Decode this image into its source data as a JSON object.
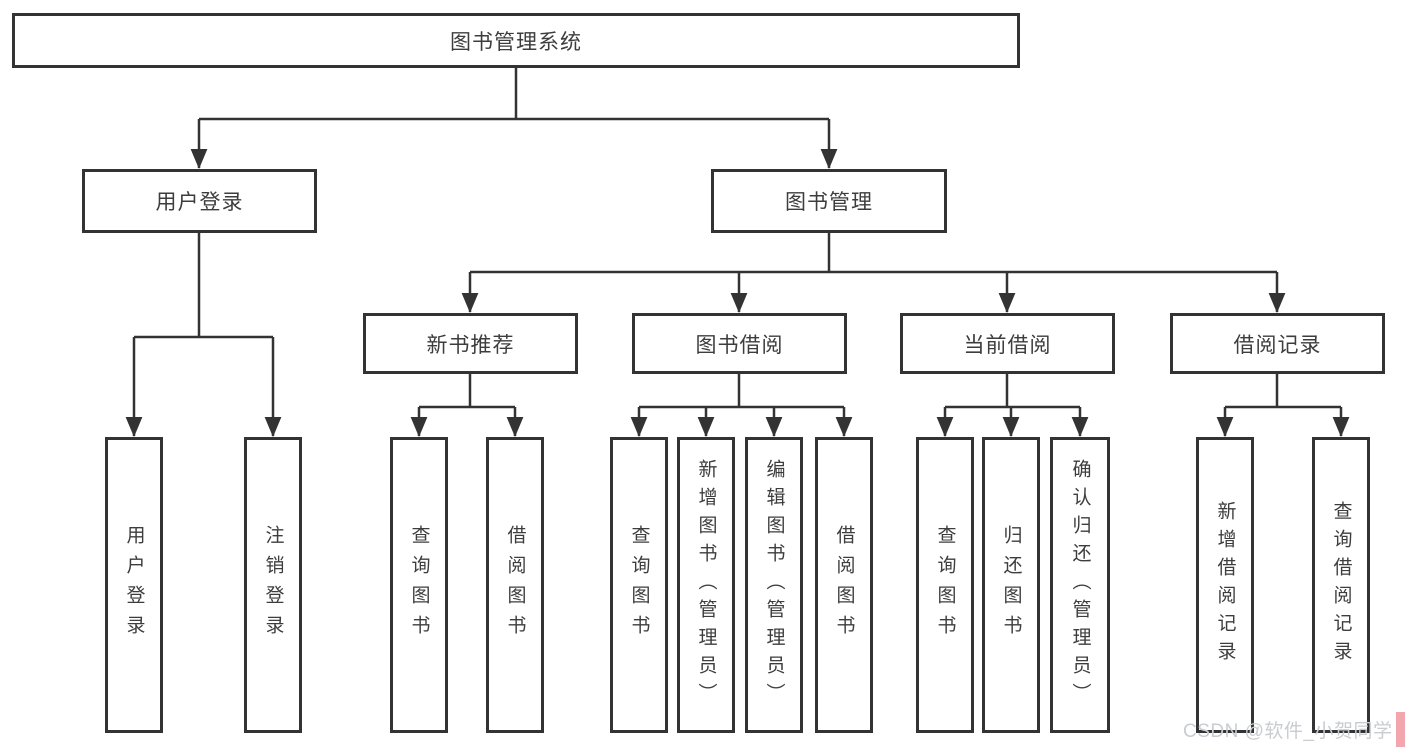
{
  "diagram": {
    "type": "hierarchy-tree",
    "title": "图书管理系统",
    "colors": {
      "line": "#333333",
      "box_border": "#333333",
      "box_fill": "#ffffff",
      "text": "#3d3d3d",
      "watermark_text": "#c9ccd1",
      "watermark_accent": "#f2a6ae"
    },
    "nodes": {
      "root": "图书管理系统",
      "user_login": "用户登录",
      "book_mgmt": "图书管理",
      "new_book_rec": "新书推荐",
      "book_borrow": "图书借阅",
      "current_borrow": "当前借阅",
      "borrow_records": "借阅记录",
      "leaf_user_login": "用户登录",
      "leaf_logout": "注销登录",
      "leaf_query_book_1": "查询图书",
      "leaf_borrow_book_1": "借阅图书",
      "leaf_query_book_2": "查询图书",
      "leaf_add_book": "新增图书（管理员）",
      "leaf_edit_book": "编辑图书（管理员）",
      "leaf_borrow_book_2": "借阅图书",
      "leaf_query_book_3": "查询图书",
      "leaf_return_book": "归还图书",
      "leaf_confirm_return": "确认归还（管理员）",
      "leaf_add_record": "新增借阅记录",
      "leaf_query_record": "查询借阅记录"
    },
    "hierarchy": {
      "图书管理系统": {
        "用户登录": [
          "用户登录",
          "注销登录"
        ],
        "图书管理": {
          "新书推荐": [
            "查询图书",
            "借阅图书"
          ],
          "图书借阅": [
            "查询图书",
            "新增图书（管理员）",
            "编辑图书（管理员）",
            "借阅图书"
          ],
          "当前借阅": [
            "查询图书",
            "归还图书",
            "确认归还（管理员）"
          ],
          "借阅记录": [
            "新增借阅记录",
            "查询借阅记录"
          ]
        }
      }
    },
    "watermark": "CSDN @软件_小贺同学"
  }
}
